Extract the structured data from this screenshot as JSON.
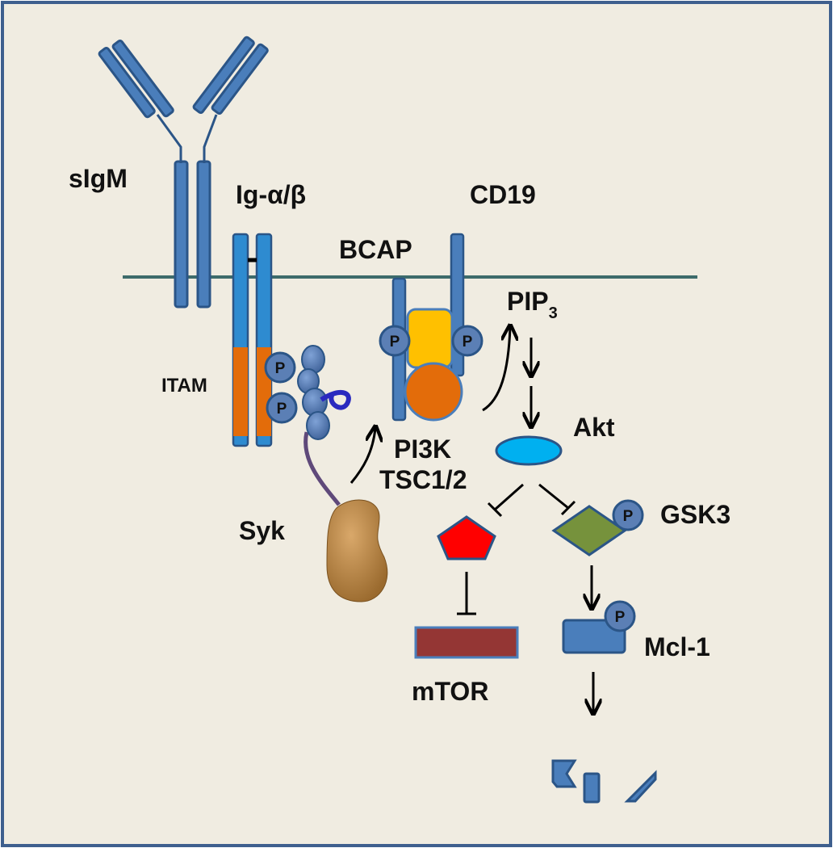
{
  "colors": {
    "background": "#F0ECE1",
    "border": "#3E5F8E",
    "membrane": "#3D6B6B",
    "receptor": "#4A7EBB",
    "receptor_dark": "#2B5587",
    "itam": "#E36C0A",
    "pi3k_top": "#FFC000",
    "pi3k_bottom": "#E36C0A",
    "akt": "#00B0F0",
    "tsc": "#FF0000",
    "gsk3": "#76923C",
    "mtor": "#943634",
    "syk_kinase": "#B08040",
    "syk_linker": "#5F497A",
    "sh2": "#5B7FB5",
    "arrow": "#000000"
  },
  "labels": {
    "sigm": "sIgM",
    "ig_alpha_beta": "Ig-α/β",
    "cd19": "CD19",
    "bcap": "BCAP",
    "pip3_base": "PIP",
    "pip3_sub": "3",
    "itam": "ITAM",
    "akt": "Akt",
    "pi3k": "PI3K",
    "tsc": "TSC1/2",
    "gsk3": "GSK3",
    "syk": "Syk",
    "mtor": "mTOR",
    "mcl1": "Mcl-1",
    "phospho": "P",
    "minus": "–"
  }
}
